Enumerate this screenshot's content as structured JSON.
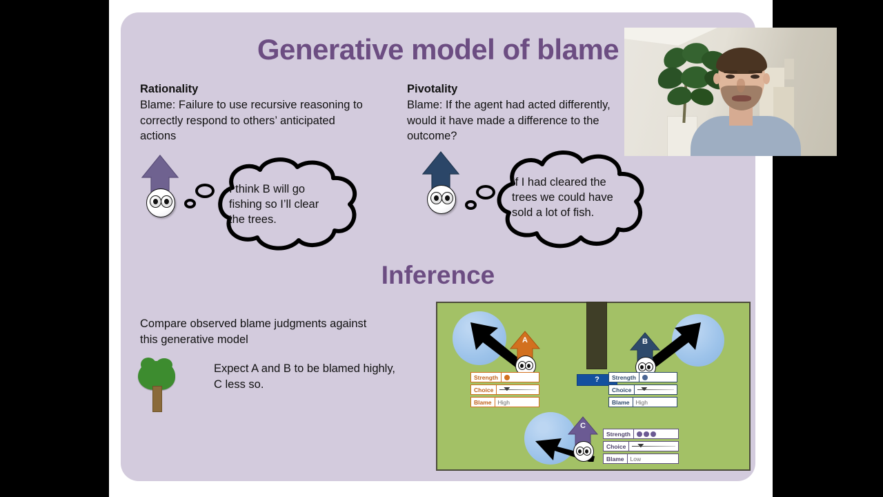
{
  "slide": {
    "title": "Generative model of blame",
    "columns": [
      {
        "heading": "Rationality",
        "body": "Blame: Failure to use recursive reasoning to correctly respond to others’ anticipated actions",
        "thought": "I think B will go fishing so I’ll clear the trees."
      },
      {
        "heading": "Pivotality",
        "body": "Blame: If the agent had acted differently, would it have made a difference to the outcome?",
        "thought": "If I had cleared the trees we could have sold a lot of fish."
      }
    ],
    "inference": {
      "heading": "Inference",
      "compare_text": "Compare observed blame judgments against this generative model",
      "expect_text": "Expect A and B to be blamed highly, C less so."
    }
  },
  "board": {
    "question_button": "?",
    "row_labels": {
      "strength": "Strength",
      "choice": "Choice",
      "blame": "Blame"
    },
    "agents": [
      {
        "id": "A",
        "color": "#d2701f",
        "strength_dots": 1,
        "blame": "High"
      },
      {
        "id": "B",
        "color": "#2e4a6b",
        "strength_dots": 1,
        "blame": "High"
      },
      {
        "id": "C",
        "color": "#6b5a93",
        "strength_dots": 3,
        "blame": "Low"
      }
    ]
  },
  "colors": {
    "slide_bg": "#d3cbdd",
    "title_purple": "#6c4d82",
    "board_green": "#a3c166",
    "lake_blue": "#9dc3ea",
    "tree_dark": "#3f3e27",
    "question_blue": "#14509e"
  }
}
